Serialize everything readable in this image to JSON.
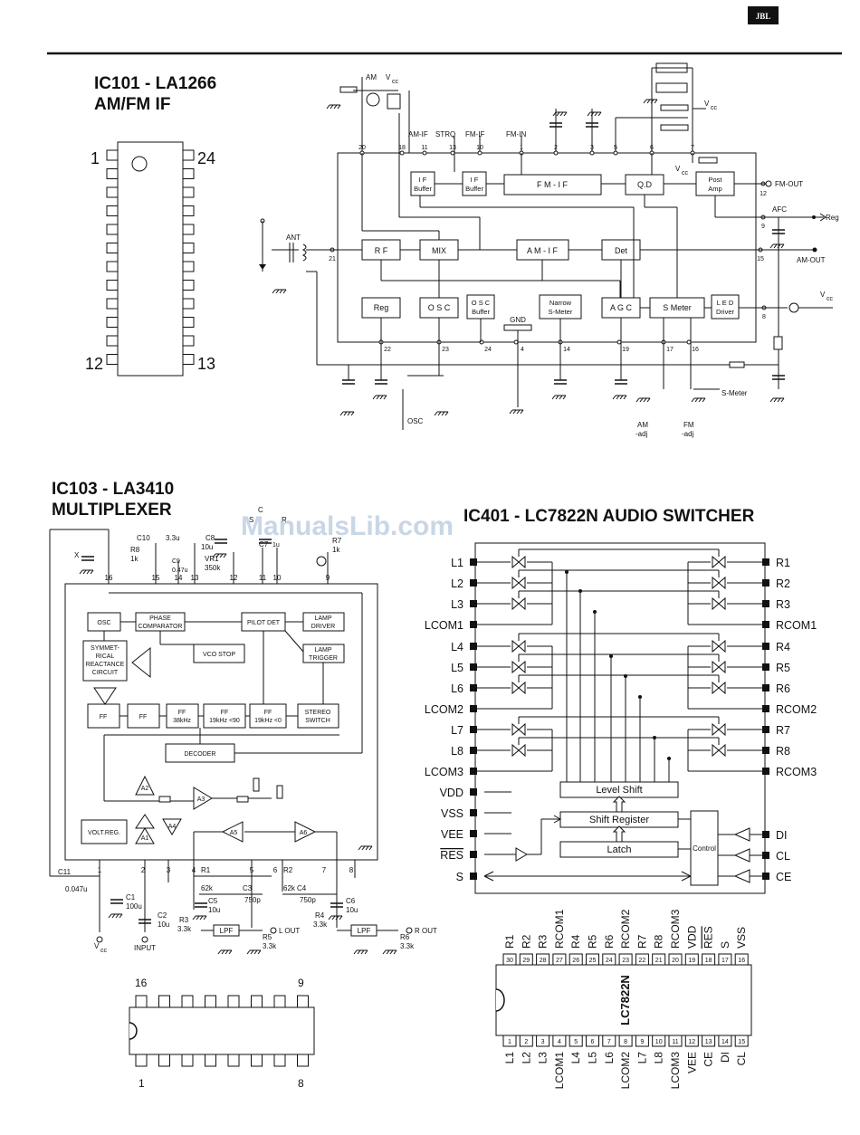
{
  "header": {
    "logo": "JBL"
  },
  "watermark": "ManualsLib.com",
  "ic101": {
    "title_line1": "IC101 - LA1266",
    "title_line2": "AM/FM IF",
    "pin_tl": "1",
    "pin_tr": "24",
    "pin_bl": "12",
    "pin_br": "13",
    "top_labels": [
      "AM",
      "V",
      "cc",
      "AM-IF",
      "STRQ",
      "FM-IF",
      "FM-IN",
      "V",
      "cc",
      "V",
      "cc",
      "V",
      "cc"
    ],
    "pin_numbers": [
      "20",
      "18",
      "11",
      "13",
      "10",
      "1",
      "2",
      "3",
      "5",
      "6",
      "7",
      "12",
      "9",
      "21",
      "15",
      "8",
      "22",
      "23",
      "24",
      "4",
      "14",
      "19",
      "17",
      "16"
    ],
    "blocks": [
      "I F",
      "Buffer",
      "I F",
      "Buffer",
      "F M  -  I F",
      "Q.D",
      "Post",
      "Amp",
      "R F",
      "MIX",
      "A M  -  I F",
      "Det",
      "Reg",
      "O S C",
      "O S C",
      "Buffer",
      "Narrow",
      "S-Meter",
      "A G C",
      "S Meter",
      "L E D",
      "Driver",
      "GND"
    ],
    "ext_labels": [
      "FM-OUT",
      "AFC",
      "Reg",
      "AM-OUT",
      "ANT",
      "OSC",
      "S-Meter",
      "AM",
      "-adj",
      "FM",
      "-adj"
    ]
  },
  "ic103": {
    "title_line1": "IC103 - LA3410",
    "title_line2": "MULTIPLEXER",
    "components": [
      "X",
      "C10",
      "3.3u",
      "R8",
      "1k",
      "C9",
      "0.47u",
      "C8",
      "10u",
      "VR1",
      "350k",
      "C",
      "S",
      "C7",
      "1u",
      "R",
      "R7",
      "1k",
      "C11",
      "0.047u",
      "C1",
      "100u",
      "C2",
      "10u",
      "R1",
      "62k",
      "C3",
      "750p",
      "C5",
      "10u",
      "R3",
      "3.3k",
      "R5",
      "3.3k",
      "R2",
      "62k",
      "C4",
      "750p",
      "C6",
      "10u",
      "R4",
      "3.3k",
      "R6",
      "3.3k"
    ],
    "pins_top": [
      "16",
      "15",
      "14",
      "13",
      "12",
      "11",
      "10",
      "9"
    ],
    "pins_bottom": [
      "1",
      "2",
      "3",
      "4",
      "5",
      "6",
      "7",
      "8"
    ],
    "blocks": [
      "OSC",
      "PHASE",
      "COMPARATOR",
      "PILOT DET",
      "LAMP",
      "DRIVER",
      "SYMMET-",
      "RICAL",
      "REACTANCE",
      "CIRCUIT",
      "VCO STOP",
      "LAMP",
      "TRIGGER",
      "FF",
      "FF",
      "FF",
      "38kHz",
      "FF",
      "19kHz <90",
      "FF",
      "19kHz <0",
      "STEREO",
      "SWITCH",
      "DECODER",
      "VOLT.REG.",
      "A1",
      "A2",
      "A3",
      "A4",
      "A5",
      "A6",
      "LPF",
      "LPF"
    ],
    "ext_labels": [
      "V",
      "cc",
      "INPUT",
      "L OUT",
      "R OUT"
    ],
    "dip_top": [
      "16",
      "9"
    ],
    "dip_bottom": [
      "1",
      "8"
    ]
  },
  "ic401": {
    "title": "IC401 - LC7822N AUDIO SWITCHER",
    "left_pins": [
      "L1",
      "L2",
      "L3",
      "LCOM1",
      "L4",
      "L5",
      "L6",
      "LCOM2",
      "L7",
      "L8",
      "LCOM3",
      "VDD",
      "VSS",
      "VEE",
      "RES",
      "S"
    ],
    "right_pins": [
      "R1",
      "R2",
      "R3",
      "RCOM1",
      "R4",
      "R5",
      "R6",
      "RCOM2",
      "R7",
      "R8",
      "RCOM3",
      "DI",
      "CL",
      "CE"
    ],
    "inner_blocks": [
      "Level Shift",
      "Shift Register",
      "Latch",
      "Control"
    ],
    "chip_name": "LC7822N",
    "chip_top_labels": [
      "R1",
      "R2",
      "R3",
      "RCOM1",
      "R4",
      "R5",
      "R6",
      "RCOM2",
      "R7",
      "R8",
      "RCOM3",
      "VDD",
      "RES",
      "S",
      "VSS"
    ],
    "chip_top_nums": [
      "30",
      "29",
      "28",
      "27",
      "26",
      "25",
      "24",
      "23",
      "22",
      "21",
      "20",
      "19",
      "18",
      "17",
      "16"
    ],
    "chip_bottom_nums": [
      "1",
      "2",
      "3",
      "4",
      "5",
      "6",
      "7",
      "8",
      "9",
      "10",
      "11",
      "12",
      "13",
      "14",
      "15"
    ],
    "chip_bottom_labels": [
      "L1",
      "L2",
      "L3",
      "LCOM1",
      "L4",
      "L5",
      "L6",
      "LCOM2",
      "L7",
      "L8",
      "LCOM3",
      "VEE",
      "CE",
      "DI",
      "CL"
    ]
  }
}
